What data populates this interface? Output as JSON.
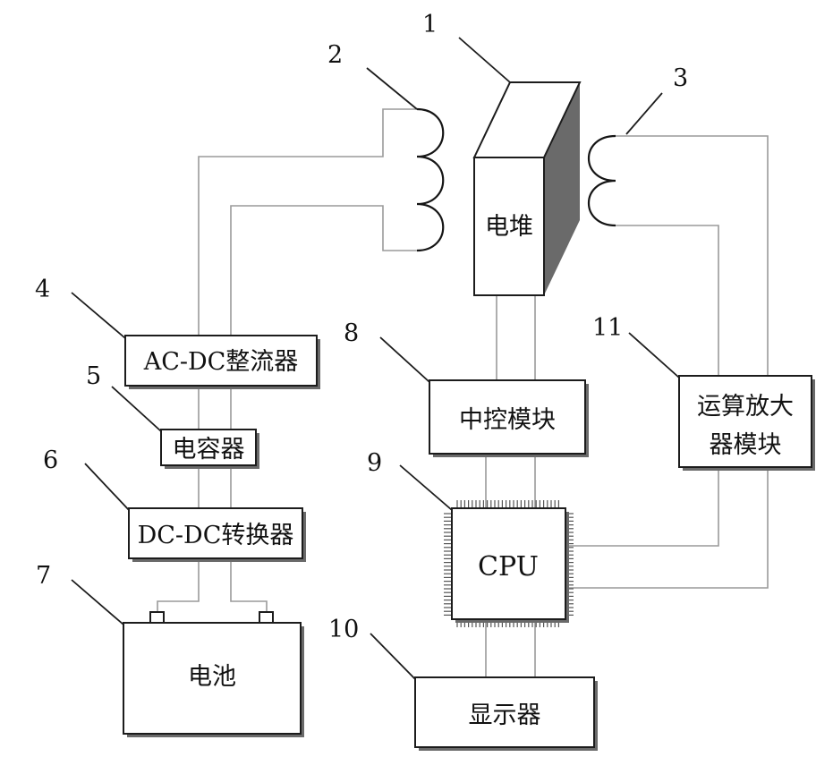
{
  "components": {
    "stack": {
      "number": "1",
      "label": "电堆"
    },
    "coil_left": {
      "number": "2"
    },
    "coil_right": {
      "number": "3"
    },
    "rectifier": {
      "number": "4",
      "label": "AC-DC整流器"
    },
    "capacitor": {
      "number": "5",
      "label": "电容器"
    },
    "dcdc": {
      "number": "6",
      "label": "DC-DC转换器"
    },
    "battery": {
      "number": "7",
      "label": "电池"
    },
    "control": {
      "number": "8",
      "label": "中控模块"
    },
    "cpu": {
      "number": "9",
      "label": "CPU"
    },
    "display": {
      "number": "10",
      "label": "显示器"
    },
    "amplifier": {
      "number": "11",
      "label_line1": "运算放大",
      "label_line2": "器模块"
    }
  }
}
